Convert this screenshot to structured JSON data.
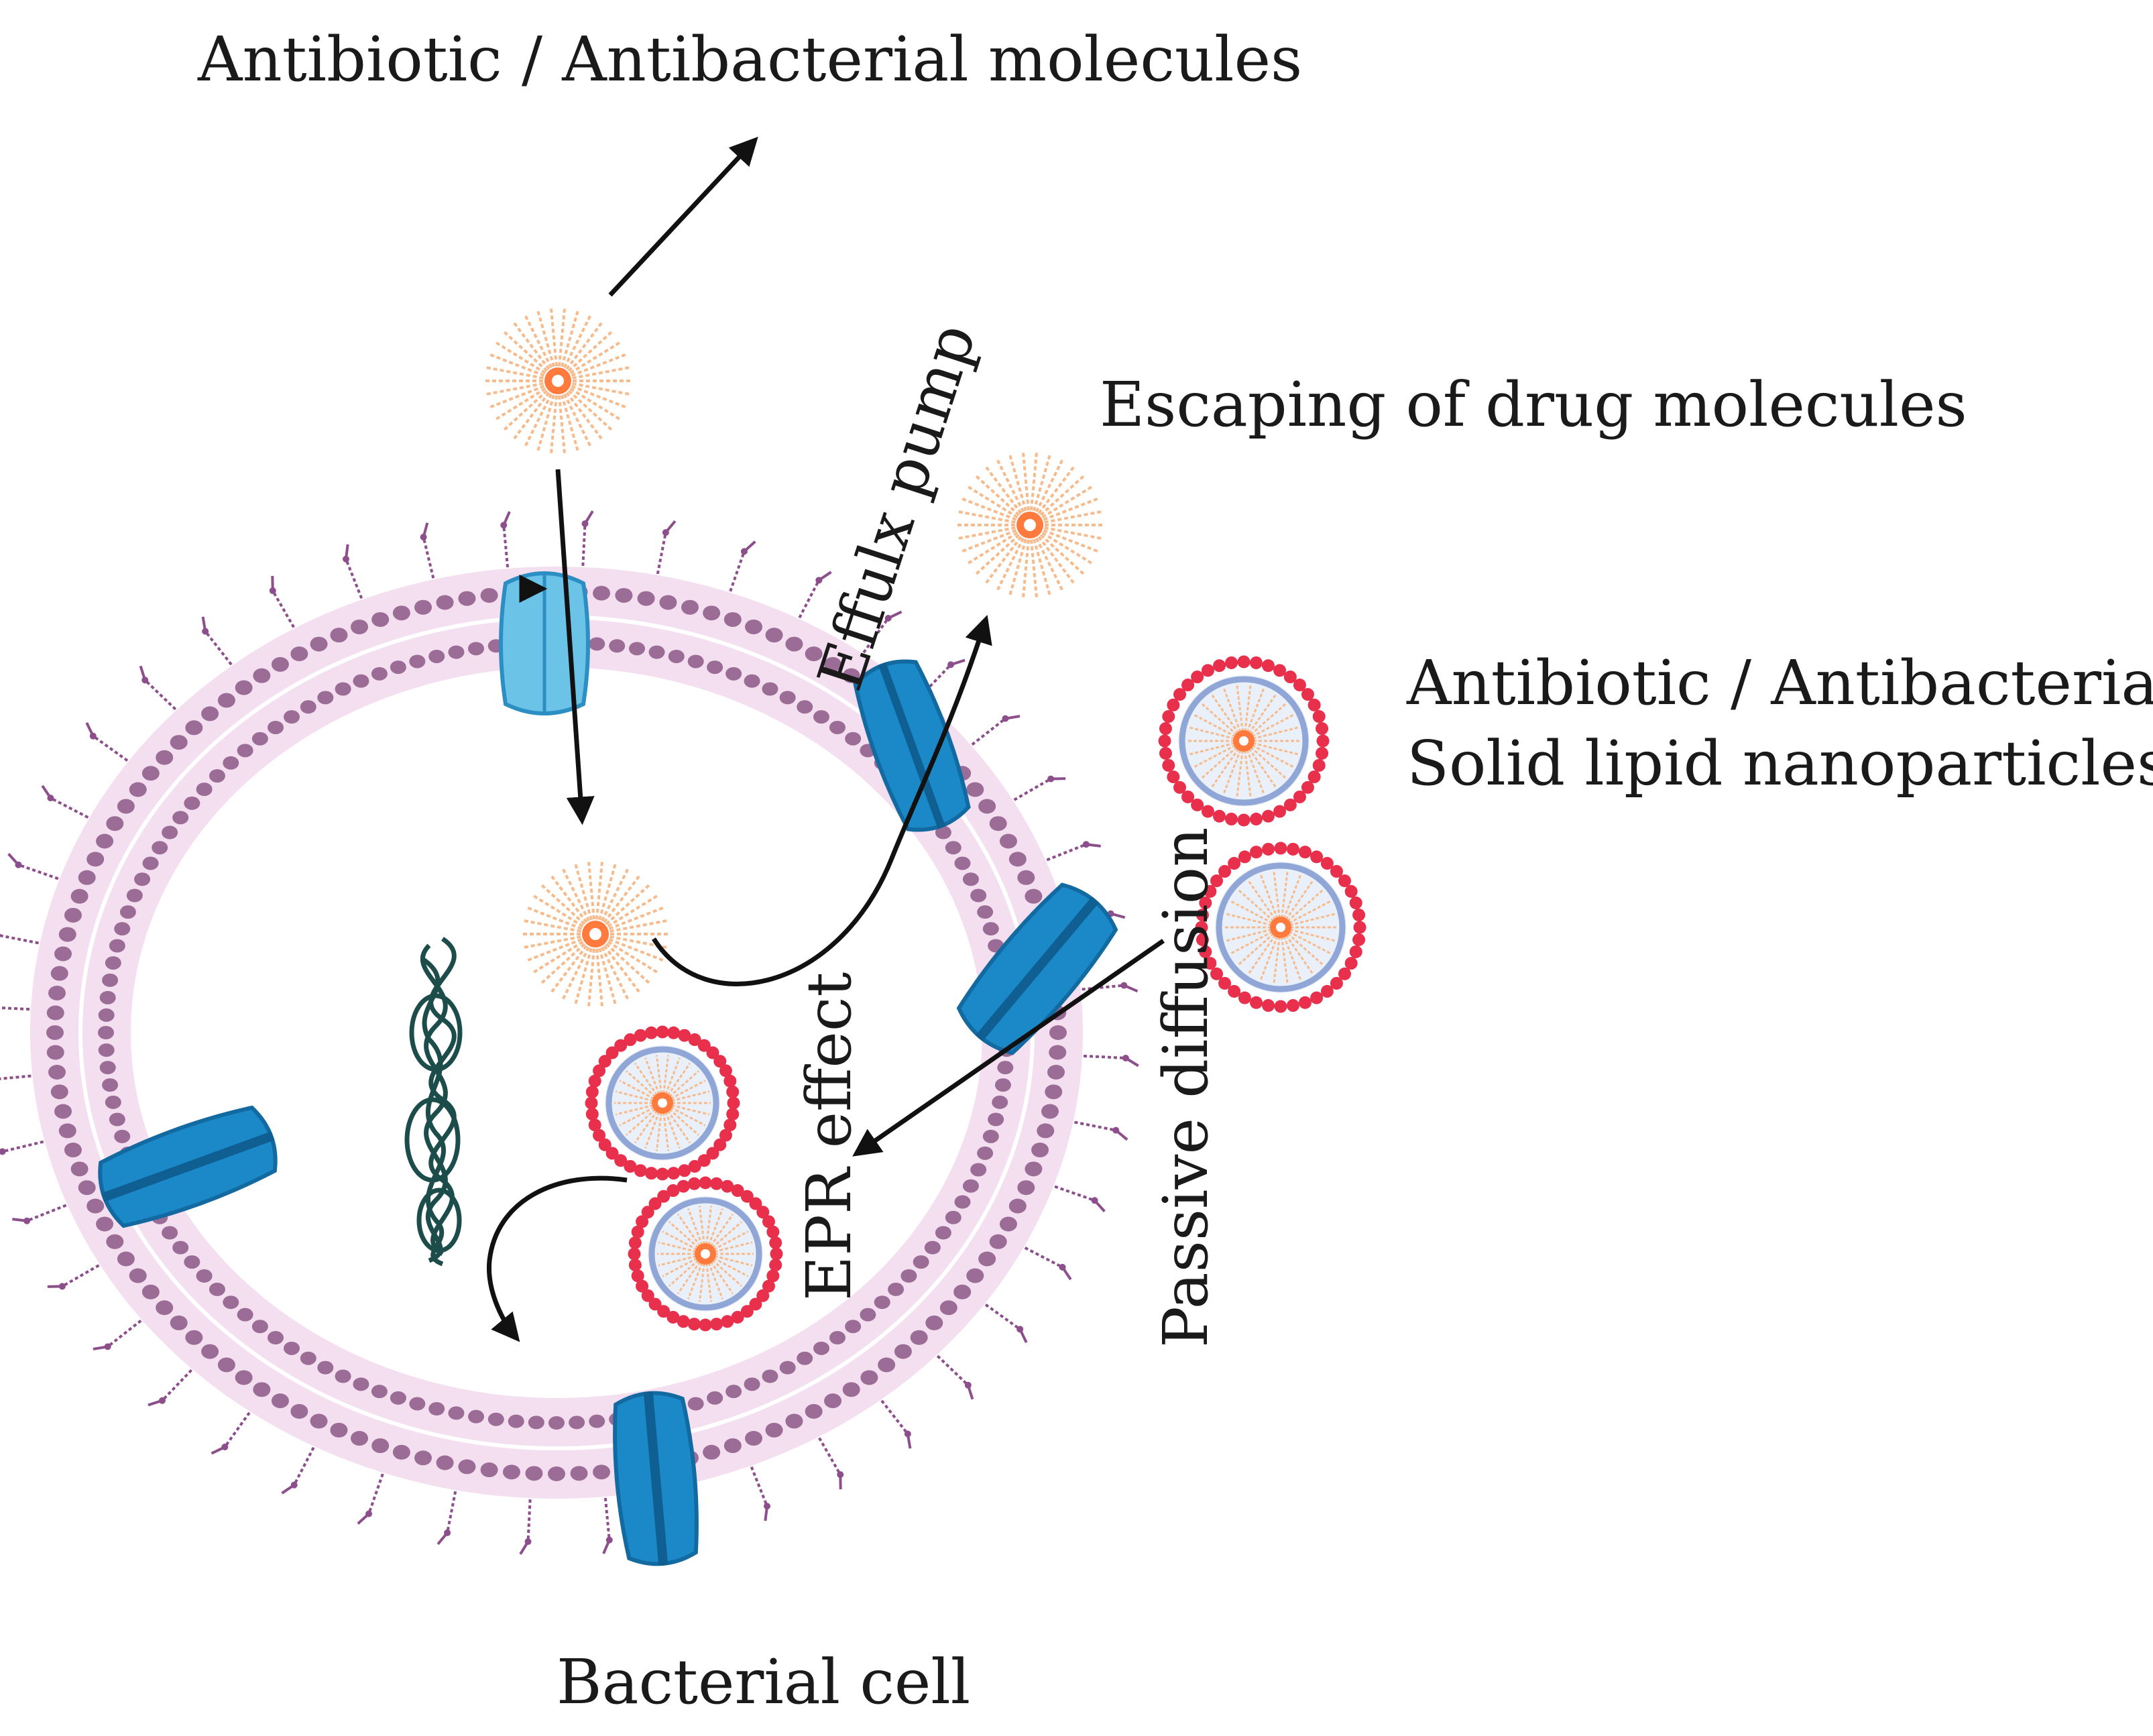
{
  "labels": {
    "antibiotic_molecules": "Antibiotic / Antibacterial molecules",
    "escaping": "Escaping of drug molecules",
    "efflux_pump": "Effulx pump",
    "sln_line1": "Antibiotic / Antibacterial",
    "sln_line2": "Solid lipid nanoparticles",
    "epr_effect": "EPR effect",
    "passive_diffusion": "Passive diffusion",
    "bacterial_cell": "Bacterial cell"
  },
  "colors": {
    "membrane": "#9b6d96",
    "lipid_tail": "#d9a9d2",
    "lps": "#8d4f8c",
    "channel_light": "#6cc3e8",
    "channel_dark": "#1b89c8",
    "drug_spike": "#f6bb8c",
    "drug_core": "#ff7a3c",
    "sln_shell": "#e8304c",
    "sln_inner": "#8fa6d6",
    "dna": "#1c4d4b",
    "arrow": "#111111"
  },
  "icons": {
    "drug_molecule": "starburst-icon",
    "nanoparticle": "liposome-icon",
    "channel": "membrane-protein-icon",
    "dna": "nucleoid-icon"
  }
}
